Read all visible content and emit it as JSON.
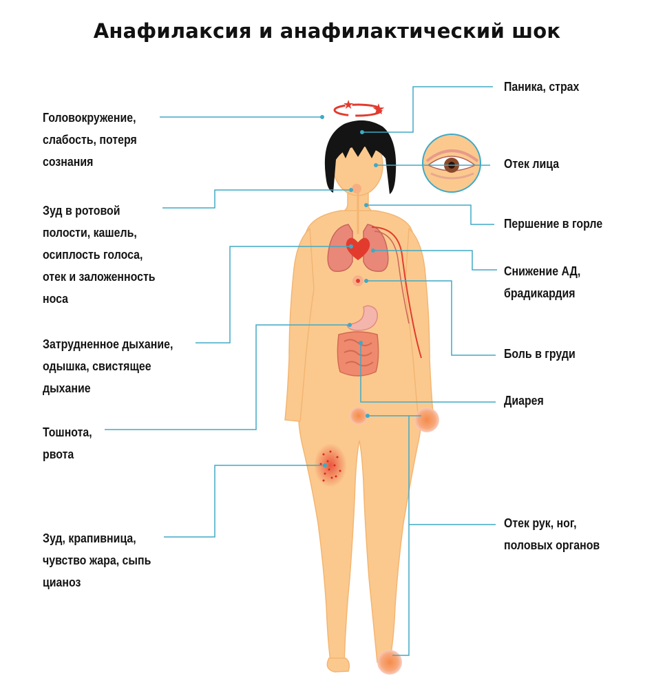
{
  "title": "Анафилаксия и анафилактический шок",
  "colors": {
    "skin": "#FBC98E",
    "skin_edge": "#F3B572",
    "hair": "#141414",
    "line": "#3FA9C6",
    "accent": "#E23B2E",
    "lung": "#E98878",
    "intestine": "#F08A6E",
    "rash": "#E8412F"
  },
  "left_labels": [
    {
      "key": "dizziness",
      "text": "Головокружение,\nслабость, потеря\nсознания"
    },
    {
      "key": "itch_mouth",
      "text": "Зуд в ротовой\nполости, кашель,\nосиплость голоса,\nотек и заложенность\nноса"
    },
    {
      "key": "breathing",
      "text": "Затрудненное дыхание,\nодышка, свистящее\nдыхание"
    },
    {
      "key": "nausea",
      "text": "Тошнота,\nрвота"
    },
    {
      "key": "skin",
      "text": "Зуд, крапивница,\nчувство жара, сыпь\nцианоз"
    }
  ],
  "right_labels": [
    {
      "key": "panic",
      "text": "Паника, страх"
    },
    {
      "key": "face_edema",
      "text": "Отек лица"
    },
    {
      "key": "throat",
      "text": "Першение в горле"
    },
    {
      "key": "bp",
      "text": "Снижение АД,\nбрадикардия"
    },
    {
      "key": "chest_pain",
      "text": "Боль в груди"
    },
    {
      "key": "diarrhea",
      "text": "Диарея"
    },
    {
      "key": "limb_edema",
      "text": "Отек рук, ног,\nполовых органов"
    }
  ],
  "icons": [
    "dizzy-stars-icon",
    "eye-icon",
    "heart-icon",
    "lungs-icon",
    "stomach-icon",
    "intestine-icon",
    "rash-icon"
  ]
}
